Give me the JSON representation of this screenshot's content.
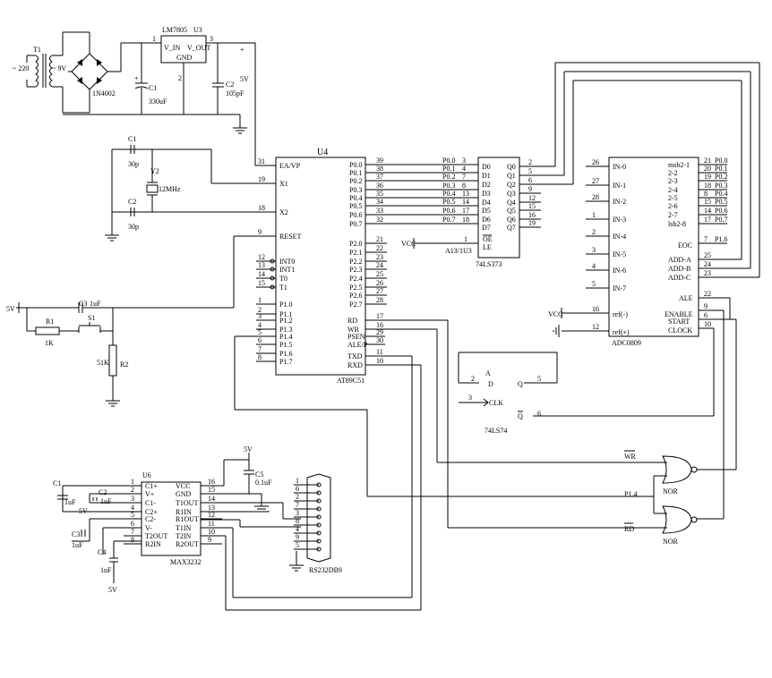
{
  "power": {
    "transformer": "T1",
    "ac_in": "~ 220",
    "ac_out": "~ 9V",
    "bridge": "1N4002",
    "regulator": "LM7805",
    "regulator_ref": "U3",
    "reg_in": "V_IN",
    "reg_out": "V_OUT",
    "reg_gnd": "GND",
    "pin1": "1",
    "pin2": "2",
    "pin3": "3",
    "c1_name": "C1",
    "c1_val": "330uF",
    "c2_name": "C2",
    "c2_val": "105pF",
    "plus": "+",
    "out_label": "5V"
  },
  "osc": {
    "c1": "C1",
    "c1_val": "30p",
    "c2": "C2",
    "c2_val": "30p",
    "y": "Y2",
    "freq": "12MHz"
  },
  "reset": {
    "vcc": "5V",
    "c3": "C3",
    "c3_val": "1uF",
    "r1": "R1",
    "r1_val": "1K",
    "s1": "S1",
    "r2": "R2",
    "r2_val": "51K"
  },
  "mcu": {
    "ref": "U4",
    "name": "AT89C51",
    "left_pins": [
      {
        "num": "31",
        "name": "EA/VP"
      },
      {
        "num": "19",
        "name": "X1"
      },
      {
        "num": "18",
        "name": "X2"
      },
      {
        "num": "9",
        "name": "RESET"
      },
      {
        "num": "12",
        "name": "INT0"
      },
      {
        "num": "13",
        "name": "INT1"
      },
      {
        "num": "14",
        "name": "T0"
      },
      {
        "num": "15",
        "name": "T1"
      },
      {
        "num": "1",
        "name": "P1.0"
      },
      {
        "num": "2",
        "name": "P1.1"
      },
      {
        "num": "3",
        "name": "P1.2"
      },
      {
        "num": "4",
        "name": "P1.3"
      },
      {
        "num": "5",
        "name": "P1.4"
      },
      {
        "num": "6",
        "name": "P1.5"
      },
      {
        "num": "7",
        "name": "P1.6"
      },
      {
        "num": "8",
        "name": "P1.7"
      }
    ],
    "p0_pins": [
      {
        "num": "39",
        "name": "P0.0"
      },
      {
        "num": "38",
        "name": "P0.1"
      },
      {
        "num": "37",
        "name": "P0.2"
      },
      {
        "num": "36",
        "name": "P0.3"
      },
      {
        "num": "35",
        "name": "P0.4"
      },
      {
        "num": "34",
        "name": "P0.5"
      },
      {
        "num": "33",
        "name": "P0.6"
      },
      {
        "num": "32",
        "name": "P0.7"
      }
    ],
    "p2_pins": [
      {
        "num": "21",
        "name": "P2.0"
      },
      {
        "num": "22",
        "name": "P2.1"
      },
      {
        "num": "23",
        "name": "P2.2"
      },
      {
        "num": "24",
        "name": "P2.3"
      },
      {
        "num": "25",
        "name": "P2.4"
      },
      {
        "num": "26",
        "name": "P2.5"
      },
      {
        "num": "27",
        "name": "P2.6"
      },
      {
        "num": "28",
        "name": "P2.7"
      }
    ],
    "ctl_pins": [
      {
        "num": "17",
        "name": "RD"
      },
      {
        "num": "16",
        "name": "WR"
      },
      {
        "num": "29",
        "name": "PSEN"
      },
      {
        "num": "30",
        "name": "ALE/P"
      },
      {
        "num": "11",
        "name": "TXD"
      },
      {
        "num": "10",
        "name": "RXD"
      }
    ]
  },
  "bus": {
    "labels": [
      "P0.0",
      "P0.1",
      "P0.2",
      "P0.3",
      "P0.4",
      "P0.5",
      "P0.6",
      "P0.7"
    ],
    "pins": [
      "3",
      "4",
      "7",
      "8",
      "13",
      "14",
      "17",
      "18"
    ]
  },
  "latch": {
    "name": "74LS373",
    "net": "A13/1U3",
    "d_pins": [
      "D0",
      "D1",
      "D2",
      "D3",
      "D4",
      "D5",
      "D6",
      "D7"
    ],
    "q_pins": [
      "Q0",
      "Q1",
      "Q2",
      "Q3",
      "Q4",
      "Q5",
      "Q6",
      "Q7"
    ],
    "q_nums": [
      "2",
      "5",
      "6",
      "9",
      "12",
      "15",
      "16",
      "19"
    ],
    "oe": "OE",
    "le": "LE",
    "vcc": "VCC",
    "oe_num": "1"
  },
  "adc": {
    "name": "ADC0809",
    "inputs": [
      {
        "num": "26",
        "name": "IN-0"
      },
      {
        "num": "27",
        "name": "IN-1"
      },
      {
        "num": "28",
        "name": "IN-2"
      },
      {
        "num": "1",
        "name": "IN-3"
      },
      {
        "num": "2",
        "name": "IN-4"
      },
      {
        "num": "3",
        "name": "IN-5"
      },
      {
        "num": "4",
        "name": "IN-6"
      },
      {
        "num": "5",
        "name": "IN-7"
      }
    ],
    "outputs": [
      {
        "num": "21",
        "name": "msb2-1",
        "net": "P0.0"
      },
      {
        "num": "20",
        "name": "2-2",
        "net": "P0.1"
      },
      {
        "num": "19",
        "name": "2-3",
        "net": "P0.2"
      },
      {
        "num": "18",
        "name": "2-4",
        "net": "P0.3"
      },
      {
        "num": "8",
        "name": "2-5",
        "net": "P0.4"
      },
      {
        "num": "15",
        "name": "2-6",
        "net": "P0.5"
      },
      {
        "num": "14",
        "name": "2-7",
        "net": "P0.6"
      },
      {
        "num": "17",
        "name": "lsb2-8",
        "net": "P0.7"
      }
    ],
    "eoc": {
      "num": "7",
      "name": "EOC",
      "net": "P1.6"
    },
    "addr": [
      {
        "num": "25",
        "name": "ADD-A"
      },
      {
        "num": "24",
        "name": "ADD-B"
      },
      {
        "num": "23",
        "name": "ADD-C"
      }
    ],
    "ale": {
      "num": "22",
      "name": "ALE"
    },
    "enable": {
      "num": "9",
      "name": "ENABLE"
    },
    "start": {
      "num": "6",
      "name": "START"
    },
    "clock": {
      "num": "10",
      "name": "CLOCK"
    },
    "refm": {
      "num": "16",
      "name": "ref(-)"
    },
    "refp": {
      "num": "12",
      "name": "ref(+)"
    },
    "vcc": "VCC"
  },
  "ff": {
    "name": "74LS74",
    "a": "A",
    "d": "D",
    "q": "Q",
    "qb": "Q",
    "clk": "CLK",
    "d_num": "2",
    "q_num": "5",
    "clk_num": "3",
    "qb_num": "6"
  },
  "gates": {
    "wr": "WR",
    "rd": "RD",
    "p14": "P1.4",
    "nor1": "NOR",
    "nor2": "NOR"
  },
  "max": {
    "ref": "U6",
    "name": "MAX3232",
    "left": [
      {
        "num": "1",
        "name": "C1+"
      },
      {
        "num": "2",
        "name": "V+"
      },
      {
        "num": "3",
        "name": "C1-"
      },
      {
        "num": "4",
        "name": "C2+"
      },
      {
        "num": "5",
        "name": "C2-"
      },
      {
        "num": "6",
        "name": "V-"
      },
      {
        "num": "7",
        "name": "T2OUT"
      },
      {
        "num": "8",
        "name": "R2IN"
      }
    ],
    "right": [
      {
        "num": "16",
        "name": "VCC"
      },
      {
        "num": "15",
        "name": "GND"
      },
      {
        "num": "14",
        "name": "T1OUT"
      },
      {
        "num": "13",
        "name": "R1IN"
      },
      {
        "num": "12",
        "name": "R1OUT"
      },
      {
        "num": "11",
        "name": "T1IN"
      },
      {
        "num": "10",
        "name": "T2IN"
      },
      {
        "num": "9",
        "name": "R2OUT"
      }
    ],
    "c1": "C1",
    "c1_val": "1uF",
    "c2": "C2",
    "c2_val": "1uF",
    "c3": "C3",
    "c3_val": "1uF",
    "c4": "C4",
    "c4_val": "1uF",
    "c5": "C5",
    "c5_val": "0.1uF",
    "v5": "5V",
    "v5b": "5V",
    "v5c": "5V"
  },
  "db9": {
    "name": "RS232DB9",
    "pins": [
      "1",
      "6",
      "2",
      "7",
      "3",
      "8",
      "4",
      "9",
      "5"
    ]
  }
}
